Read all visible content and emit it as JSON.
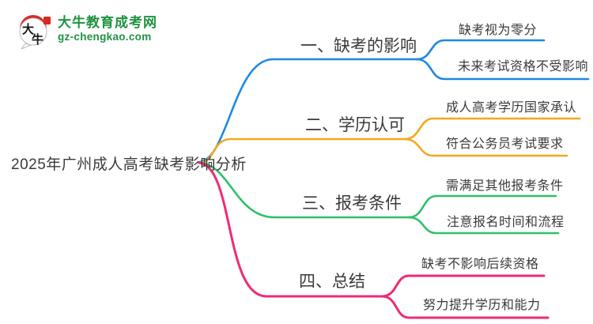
{
  "logo": {
    "icon_chars": "大牛",
    "site_name": "大牛教育成考网",
    "site_url": "gz-chengkao.com",
    "green": "#1d9440",
    "seal_red": "#d42b24"
  },
  "root": {
    "label": "2025年广州成人高考缺考影响分析"
  },
  "branches": [
    {
      "label": "一、缺考的影响",
      "color": "#1E88E5",
      "children": [
        "缺考视为零分",
        "未来考试资格不受影响"
      ]
    },
    {
      "label": "二、学历认可",
      "color": "#F5A81C",
      "children": [
        "成人高考学历国家承认",
        "符合公务员考试要求"
      ]
    },
    {
      "label": "三、报考条件",
      "color": "#2EC06A",
      "children": [
        "需满足其他报考条件",
        "注意报名时间和流程"
      ]
    },
    {
      "label": "四、总结",
      "color": "#EE2B77",
      "children": [
        "缺考不影响后续资格",
        "努力提升学历和能力"
      ]
    }
  ]
}
